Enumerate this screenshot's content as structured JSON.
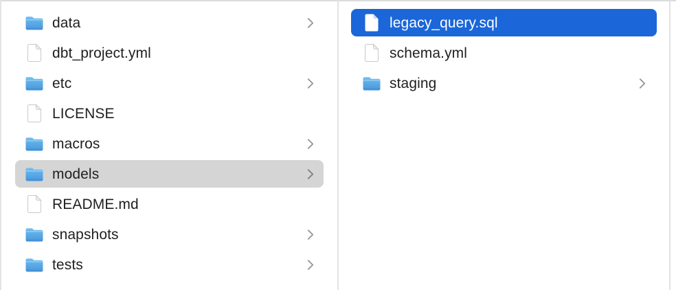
{
  "finder": {
    "colors": {
      "selection_active": "#1b66d9",
      "selection_inactive": "#d5d5d5",
      "text": "#1f1f21",
      "text_selected": "#ffffff",
      "chevron": "#949494",
      "divider": "#e2e2e2"
    },
    "columns": [
      {
        "id": "left",
        "items": [
          {
            "label": "data",
            "type": "folder",
            "chevron": true,
            "selected": false,
            "selection_style": null
          },
          {
            "label": "dbt_project.yml",
            "type": "file",
            "chevron": false,
            "selected": false,
            "selection_style": null
          },
          {
            "label": "etc",
            "type": "folder",
            "chevron": true,
            "selected": false,
            "selection_style": null
          },
          {
            "label": "LICENSE",
            "type": "file",
            "chevron": false,
            "selected": false,
            "selection_style": null
          },
          {
            "label": "macros",
            "type": "folder",
            "chevron": true,
            "selected": false,
            "selection_style": null
          },
          {
            "label": "models",
            "type": "folder",
            "chevron": true,
            "selected": true,
            "selection_style": "inactive"
          },
          {
            "label": "README.md",
            "type": "file",
            "chevron": false,
            "selected": false,
            "selection_style": null
          },
          {
            "label": "snapshots",
            "type": "folder",
            "chevron": true,
            "selected": false,
            "selection_style": null
          },
          {
            "label": "tests",
            "type": "folder",
            "chevron": true,
            "selected": false,
            "selection_style": null
          }
        ]
      },
      {
        "id": "right",
        "items": [
          {
            "label": "legacy_query.sql",
            "type": "file",
            "chevron": false,
            "selected": true,
            "selection_style": "active"
          },
          {
            "label": "schema.yml",
            "type": "file",
            "chevron": false,
            "selected": false,
            "selection_style": null
          },
          {
            "label": "staging",
            "type": "folder",
            "chevron": true,
            "selected": false,
            "selection_style": null
          }
        ]
      }
    ]
  }
}
